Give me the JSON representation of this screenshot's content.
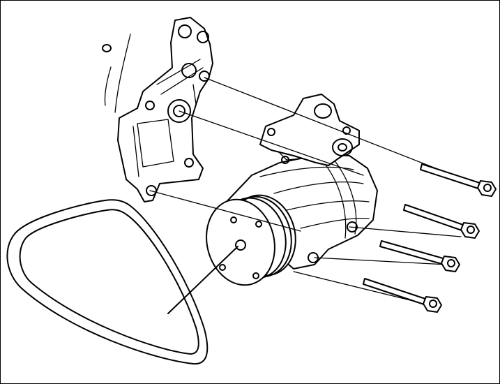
{
  "figure": {
    "type": "exploded-assembly-illustration",
    "components": [
      "mounting-bracket",
      "ac-compressor",
      "magnetic-clutch-pulley",
      "drive-belt",
      "mounting-bolt",
      "mounting-bolt",
      "mounting-bolt",
      "mounting-bolt",
      "small-nut"
    ],
    "colors": {
      "line": "#000000",
      "background": "#ffffff"
    }
  }
}
